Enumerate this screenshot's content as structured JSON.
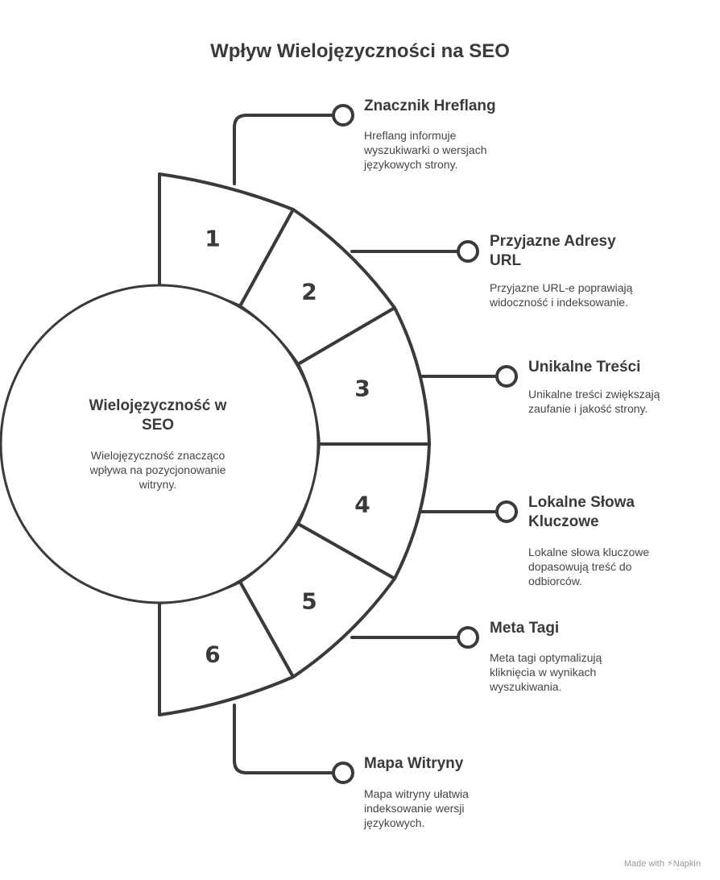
{
  "title": "Wpływ Wielojęzyczności na SEO",
  "center": {
    "title": "Wielojęzyczność w SEO",
    "description": "Wielojęzyczność znacząco wpływa na pozycjonowanie witryny."
  },
  "items": [
    {
      "number": "1",
      "title": "Znacznik Hreflang",
      "description": "Hreflang informuje wyszukiwarki o wersjach językowych strony."
    },
    {
      "number": "2",
      "title": "Przyjazne Adresy URL",
      "description": "Przyjazne URL-e poprawiają widoczność i indeksowanie."
    },
    {
      "number": "3",
      "title": "Unikalne Treści",
      "description": "Unikalne treści zwiększają zaufanie i jakość strony."
    },
    {
      "number": "4",
      "title": "Lokalne Słowa Kluczowe",
      "description": "Lokalne słowa kluczowe dopasowują treść do odbiorców."
    },
    {
      "number": "5",
      "title": "Meta Tagi",
      "description": "Meta tagi optymalizują kliknięcia w wynikach wyszukiwania."
    },
    {
      "number": "6",
      "title": "Mapa Witryny",
      "description": "Mapa witryny ułatwia indeksowanie wersji językowych."
    }
  ],
  "footer": {
    "text": "Made with",
    "brand": "Napkin"
  },
  "colors": {
    "stroke": "#3a3a3a",
    "background": "#ffffff"
  }
}
